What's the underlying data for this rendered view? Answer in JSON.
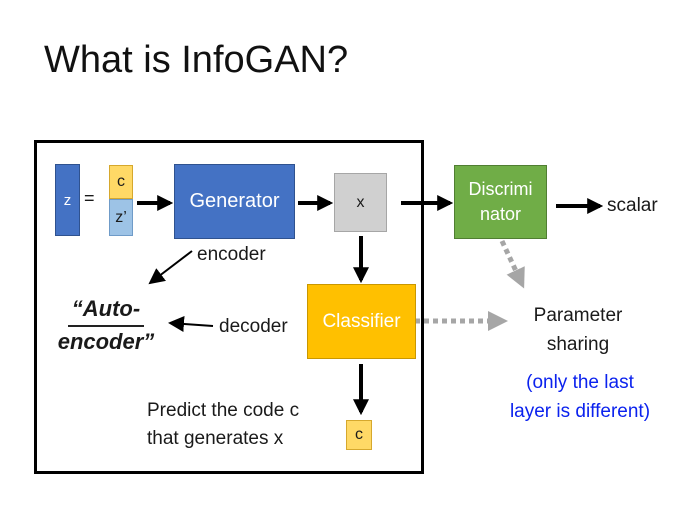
{
  "slide": {
    "title": "What is InfoGAN?"
  },
  "diagram": {
    "z": "z",
    "equals": "=",
    "c_input": "c",
    "z_prime": "z’",
    "generator": "Generator",
    "x": "x",
    "discriminator_line1": "Discrimi",
    "discriminator_line2": "nator",
    "scalar": "scalar",
    "classifier": "Classifier",
    "c_output": "c",
    "encoder": "encoder",
    "decoder": "decoder",
    "auto_line1": "“Auto-",
    "auto_line2": "encoder”",
    "predict_line1": "Predict the code c",
    "predict_line2": "that generates x",
    "param_line1": "Parameter",
    "param_line2": "sharing",
    "note_line1": "(only the last",
    "note_line2": "layer is different)"
  },
  "colors": {
    "blue_box": "#4472c4",
    "light_blue_box": "#9dc3e6",
    "yellow_box": "#ffd966",
    "green_box": "#70ad47",
    "orange_box": "#ffc000",
    "gray_box": "#d0d0d0",
    "note_text": "#0b22ee"
  }
}
